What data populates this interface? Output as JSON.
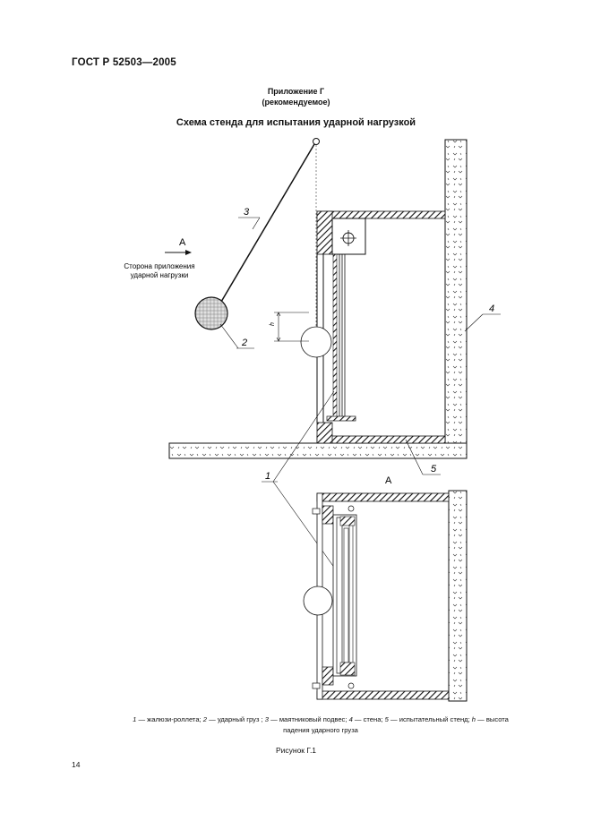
{
  "header": {
    "doc_code": "ГОСТ Р 52503—2005"
  },
  "appendix": {
    "line1": "Приложение Г",
    "line2": "(рекомендуемое)"
  },
  "figure": {
    "title": "Схема стенда для испытания ударной нагрузкой",
    "view_label": "A",
    "view_label_bottom": "A",
    "side_label_line1": "Сторона приложения",
    "side_label_line2": "ударной нагрузки",
    "height_symbol": "h",
    "callouts": {
      "n1": "1",
      "n2": "2",
      "n3": "3",
      "n4": "4",
      "n5": "5"
    }
  },
  "legend": {
    "k1": "1",
    "t1": " — жалюзи-роллета; ",
    "k2": "2",
    "t2": " — ударный груз ; ",
    "k3": "3",
    "t3": " — маятниковый подвес; ",
    "k4": "4",
    "t4": " — стена; ",
    "k5": "5",
    "t5": " — испытательный стенд; ",
    "kh": "h",
    "th1": " — высота",
    "line2": "падения ударного груза"
  },
  "caption": "Рисунок Г.1",
  "page_number": "14"
}
